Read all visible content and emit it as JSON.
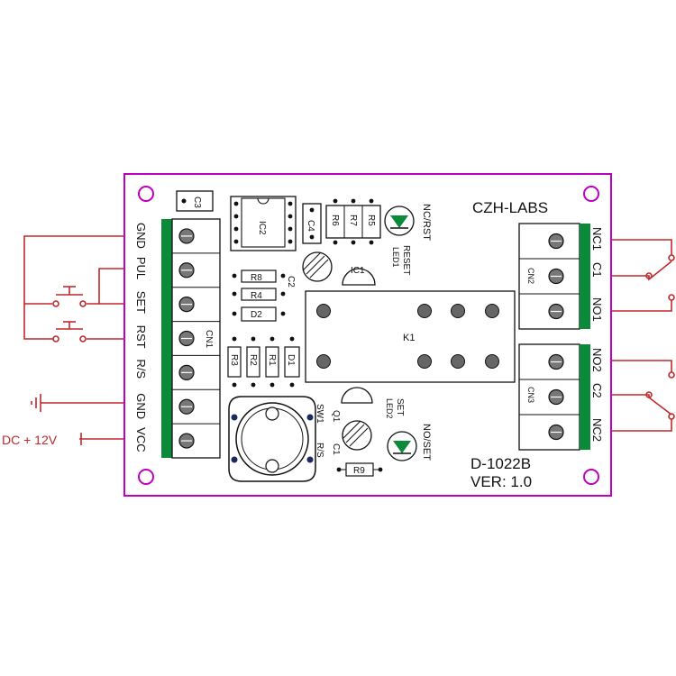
{
  "board": {
    "brand": "CZH-LABS",
    "model": "D-1022B",
    "version": "VER: 1.0",
    "relay": "K1",
    "switch": "SW1"
  },
  "cn1": {
    "label": "CN1",
    "pins": [
      "GND",
      "PUL",
      "SET",
      "RST",
      "R/S",
      "GND",
      "VCC"
    ]
  },
  "cn2": {
    "label": "CN2",
    "pins": [
      "NC1",
      "C1",
      "NO1"
    ]
  },
  "cn3": {
    "label": "CN3",
    "pins": [
      "NO2",
      "C2",
      "NC2"
    ]
  },
  "parts": {
    "c3": "C3",
    "ic2": "IC2",
    "c4": "C4",
    "r6": "R6",
    "r7": "R7",
    "r5": "R5",
    "r8": "R8",
    "r4": "R4",
    "d2": "D2",
    "c2": "C2",
    "r3": "R3",
    "r2": "R2",
    "r1": "R1",
    "d1": "D1",
    "ic1": "IC1",
    "q1": "Q1",
    "c1": "C1",
    "r9": "R9",
    "led1": "LED1",
    "led2": "LED2"
  },
  "indicators": {
    "nc_rst": "NC/RST",
    "reset": "RESET",
    "no_set": "NO/SET",
    "set": "SET",
    "rs": "R/S"
  },
  "supply": {
    "label": "DC + 12V"
  },
  "colors": {
    "board_outline": "#c000c0",
    "terminal": "#0b8a3a",
    "wire": "#c0292b",
    "silk": "#111111"
  }
}
